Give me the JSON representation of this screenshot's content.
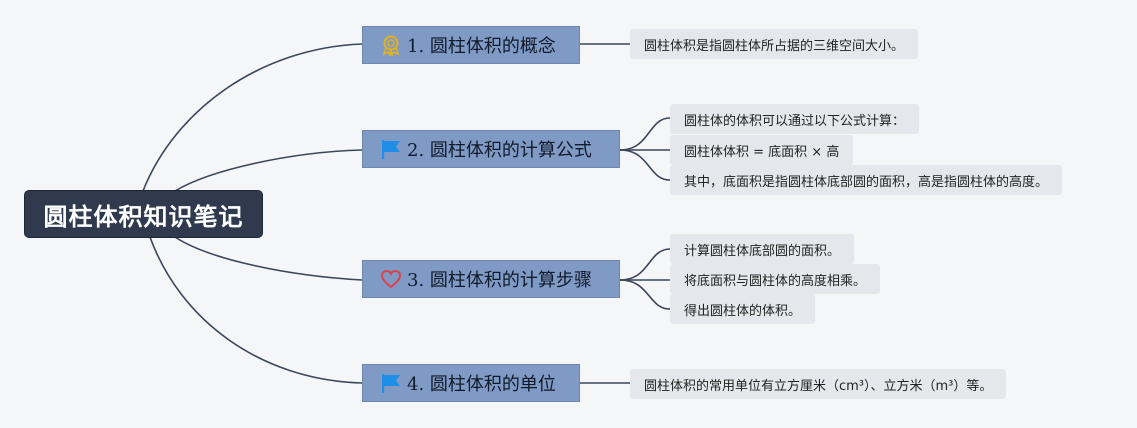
{
  "root": {
    "title": "圆柱体积知识笔记"
  },
  "branches": [
    {
      "label": "1. 圆柱体积的概念",
      "icon": "medal-icon",
      "leaves": [
        "圆柱体积是指圆柱体所占据的三维空间大小。"
      ]
    },
    {
      "label": "2. 圆柱体积的计算公式",
      "icon": "flag-icon",
      "leaves": [
        "圆柱体的体积可以通过以下公式计算：",
        "圆柱体体积 = 底面积 × 高",
        "其中，底面积是指圆柱体底部圆的面积，高是指圆柱体的高度。"
      ]
    },
    {
      "label": "3. 圆柱体积的计算步骤",
      "icon": "heart-icon",
      "leaves": [
        "计算圆柱体底部圆的面积。",
        "将底面积与圆柱体的高度相乘。",
        "得出圆柱体的体积。"
      ]
    },
    {
      "label": "4. 圆柱体积的单位",
      "icon": "flag-icon",
      "leaves": [
        "圆柱体积的常用单位有立方厘米（cm³）、立方米（m³）等。"
      ]
    }
  ],
  "colors": {
    "line": "#3b465a",
    "root_bg": "#2f3a4f",
    "branch_bg": "#7f9ac4",
    "leaf_bg": "#e4e7ec",
    "flag": "#1f8ee6",
    "medal": "#e0b21e",
    "heart": "#d9434b"
  }
}
